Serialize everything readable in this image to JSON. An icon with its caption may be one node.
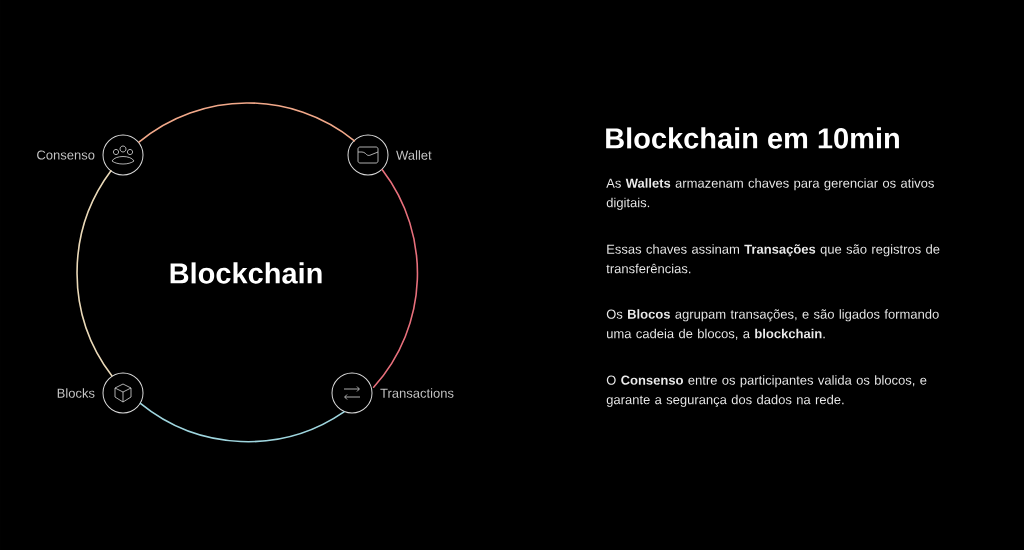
{
  "diagram": {
    "title": "Blockchain em 10min",
    "nodes": [
      {
        "text": [
          "Consenso"
        ]
      },
      {
        "text": [
          "Wallet"
        ]
      },
      {
        "text": [
          "Blocks"
        ]
      },
      {
        "text": [
          "Transactions"
        ]
      }
    ],
    "edges": [
      {
        "from": 0,
        "to": 1,
        "arrow": "none",
        "color": "#f2a98a"
      },
      {
        "from": 1,
        "to": 3,
        "arrow": "none",
        "color": "#e8707c"
      },
      {
        "from": 3,
        "to": 2,
        "arrow": "none",
        "color": "#9fd6df"
      },
      {
        "from": 2,
        "to": 0,
        "arrow": "none",
        "color": "#ead9b8"
      }
    ],
    "labels": [
      "Blockchain",
      "As **Wallets** armazenam chaves para gerenciar os ativos digitais.",
      "Essas chaves assinam **Transações** que são registros de transferências.",
      "Os **Blocos** agrupam transações, e são ligados formando uma cadeia de blocos, a **blockchain**.",
      "O **Consenso** entre os participantes valida os blocos, e garante a segurança dos dados na rede."
    ]
  }
}
